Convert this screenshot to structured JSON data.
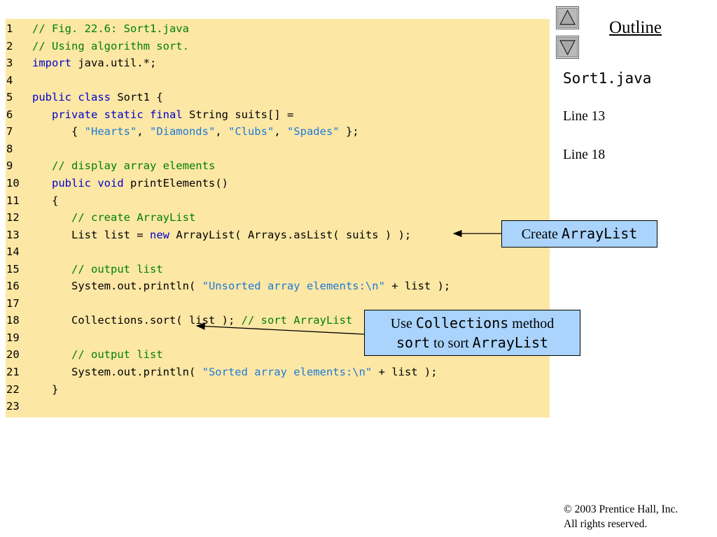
{
  "code": {
    "lines": [
      {
        "n": "1",
        "tokens": [
          {
            "t": "// Fig. 22.6: Sort1.java",
            "c": "cm"
          }
        ]
      },
      {
        "n": "2",
        "tokens": [
          {
            "t": "// Using algorithm sort.",
            "c": "cm"
          }
        ]
      },
      {
        "n": "3",
        "tokens": [
          {
            "t": "import",
            "c": "kw"
          },
          {
            "t": " java.util.*;",
            "c": ""
          }
        ]
      },
      {
        "n": "4",
        "tokens": []
      },
      {
        "n": "5",
        "tokens": [
          {
            "t": "public",
            "c": "kw"
          },
          {
            "t": " ",
            "c": ""
          },
          {
            "t": "class",
            "c": "kw"
          },
          {
            "t": " Sort1 {",
            "c": ""
          }
        ]
      },
      {
        "n": "6",
        "tokens": [
          {
            "t": "   ",
            "c": ""
          },
          {
            "t": "private",
            "c": "kw"
          },
          {
            "t": " ",
            "c": ""
          },
          {
            "t": "static",
            "c": "kw"
          },
          {
            "t": " ",
            "c": ""
          },
          {
            "t": "final",
            "c": "kw"
          },
          {
            "t": " String suits[] =",
            "c": ""
          }
        ]
      },
      {
        "n": "7",
        "tokens": [
          {
            "t": "      { ",
            "c": ""
          },
          {
            "t": "\"Hearts\"",
            "c": "st"
          },
          {
            "t": ", ",
            "c": ""
          },
          {
            "t": "\"Diamonds\"",
            "c": "st"
          },
          {
            "t": ", ",
            "c": ""
          },
          {
            "t": "\"Clubs\"",
            "c": "st"
          },
          {
            "t": ", ",
            "c": ""
          },
          {
            "t": "\"Spades\"",
            "c": "st"
          },
          {
            "t": " };",
            "c": ""
          }
        ]
      },
      {
        "n": "8",
        "tokens": []
      },
      {
        "n": "9",
        "tokens": [
          {
            "t": "   ",
            "c": ""
          },
          {
            "t": "// display array elements",
            "c": "cm"
          }
        ]
      },
      {
        "n": "10",
        "tokens": [
          {
            "t": "   ",
            "c": ""
          },
          {
            "t": "public",
            "c": "kw"
          },
          {
            "t": " ",
            "c": ""
          },
          {
            "t": "void",
            "c": "kw"
          },
          {
            "t": " printElements()",
            "c": ""
          }
        ]
      },
      {
        "n": "11",
        "tokens": [
          {
            "t": "   {",
            "c": ""
          }
        ]
      },
      {
        "n": "12",
        "tokens": [
          {
            "t": "      ",
            "c": ""
          },
          {
            "t": "// create ArrayList",
            "c": "cm"
          }
        ]
      },
      {
        "n": "13",
        "tokens": [
          {
            "t": "      List list = ",
            "c": ""
          },
          {
            "t": "new",
            "c": "kw"
          },
          {
            "t": " ArrayList( Arrays.asList( suits ) );",
            "c": ""
          }
        ]
      },
      {
        "n": "14",
        "tokens": []
      },
      {
        "n": "15",
        "tokens": [
          {
            "t": "      ",
            "c": ""
          },
          {
            "t": "// output list",
            "c": "cm"
          }
        ]
      },
      {
        "n": "16",
        "tokens": [
          {
            "t": "      System.out.println( ",
            "c": ""
          },
          {
            "t": "\"Unsorted array elements:\\n\"",
            "c": "st"
          },
          {
            "t": " + list );",
            "c": ""
          }
        ]
      },
      {
        "n": "17",
        "tokens": []
      },
      {
        "n": "18",
        "tokens": [
          {
            "t": "      Collections.sort( list ); ",
            "c": ""
          },
          {
            "t": "// sort ArrayList",
            "c": "cm"
          }
        ]
      },
      {
        "n": "19",
        "tokens": []
      },
      {
        "n": "20",
        "tokens": [
          {
            "t": "      ",
            "c": ""
          },
          {
            "t": "// output list",
            "c": "cm"
          }
        ]
      },
      {
        "n": "21",
        "tokens": [
          {
            "t": "      System.out.println( ",
            "c": ""
          },
          {
            "t": "\"Sorted array elements:\\n\"",
            "c": "st"
          },
          {
            "t": " + list );",
            "c": ""
          }
        ]
      },
      {
        "n": "22",
        "tokens": [
          {
            "t": "   }",
            "c": ""
          }
        ]
      },
      {
        "n": "23",
        "tokens": []
      }
    ]
  },
  "sidebar": {
    "outline_title": "Outline",
    "file_name": "Sort1.java",
    "line_refs": [
      "Line 13",
      "Line 18"
    ]
  },
  "callouts": {
    "create": {
      "prefix": "Create ",
      "code": "ArrayList"
    },
    "sort": {
      "l1_prefix": "Use ",
      "l1_code": "Collections",
      "l1_suffix": " method",
      "l2_code": "sort",
      "l2_mid": " to sort ",
      "l2_code2": "ArrayList"
    }
  },
  "footer": {
    "copyright": "© 2003 Prentice Hall, Inc.",
    "rights": "All rights reserved."
  },
  "colors": {
    "code_bg": "#fce7a5",
    "keyword": "#0000cc",
    "comment": "#008000",
    "string": "#1f7ad6",
    "callout_bg": "#aad4fc"
  },
  "icons": [
    "up-triangle-icon",
    "down-triangle-icon"
  ]
}
